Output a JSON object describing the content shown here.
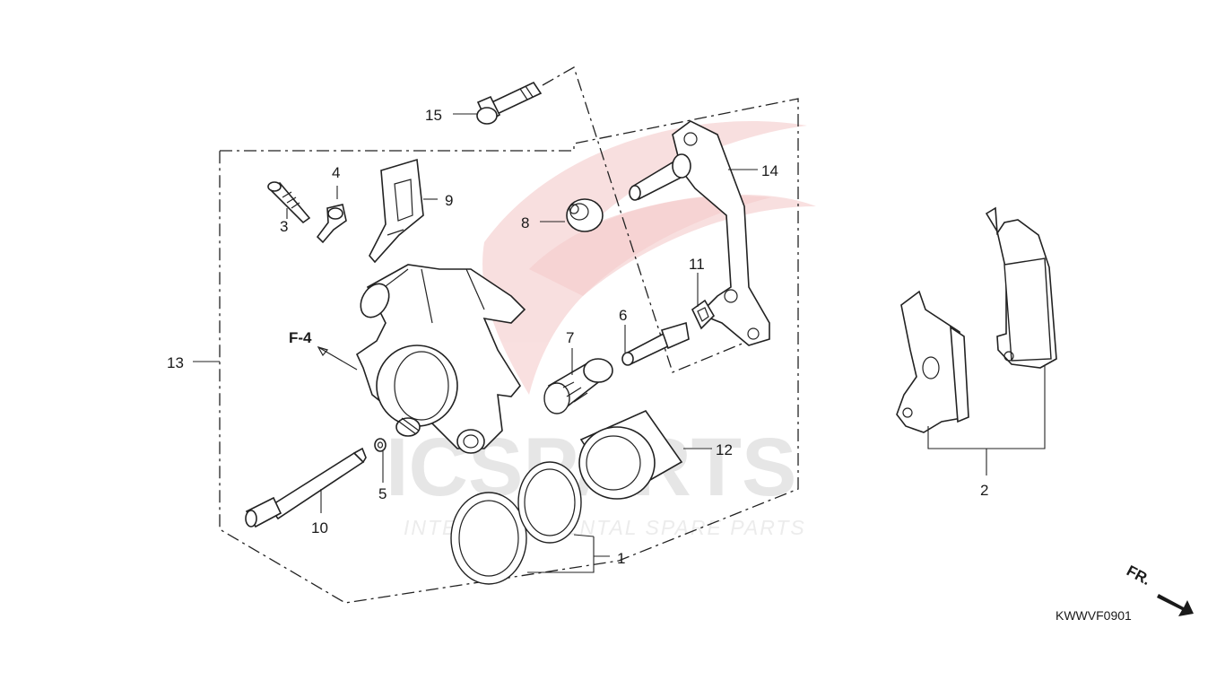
{
  "diagram": {
    "code": "KWWVF0901",
    "reference": "F-4",
    "front_marker": "FR.",
    "labels": [
      "1",
      "2",
      "3",
      "4",
      "5",
      "6",
      "7",
      "8",
      "9",
      "10",
      "11",
      "12",
      "13",
      "14",
      "15"
    ]
  },
  "watermark": {
    "brand": "ICSPARTS",
    "tagline": "INTERCONTINENTAL SPARE PARTS",
    "color": "#e8e8e8",
    "logo_color": "#f6d0d0"
  }
}
